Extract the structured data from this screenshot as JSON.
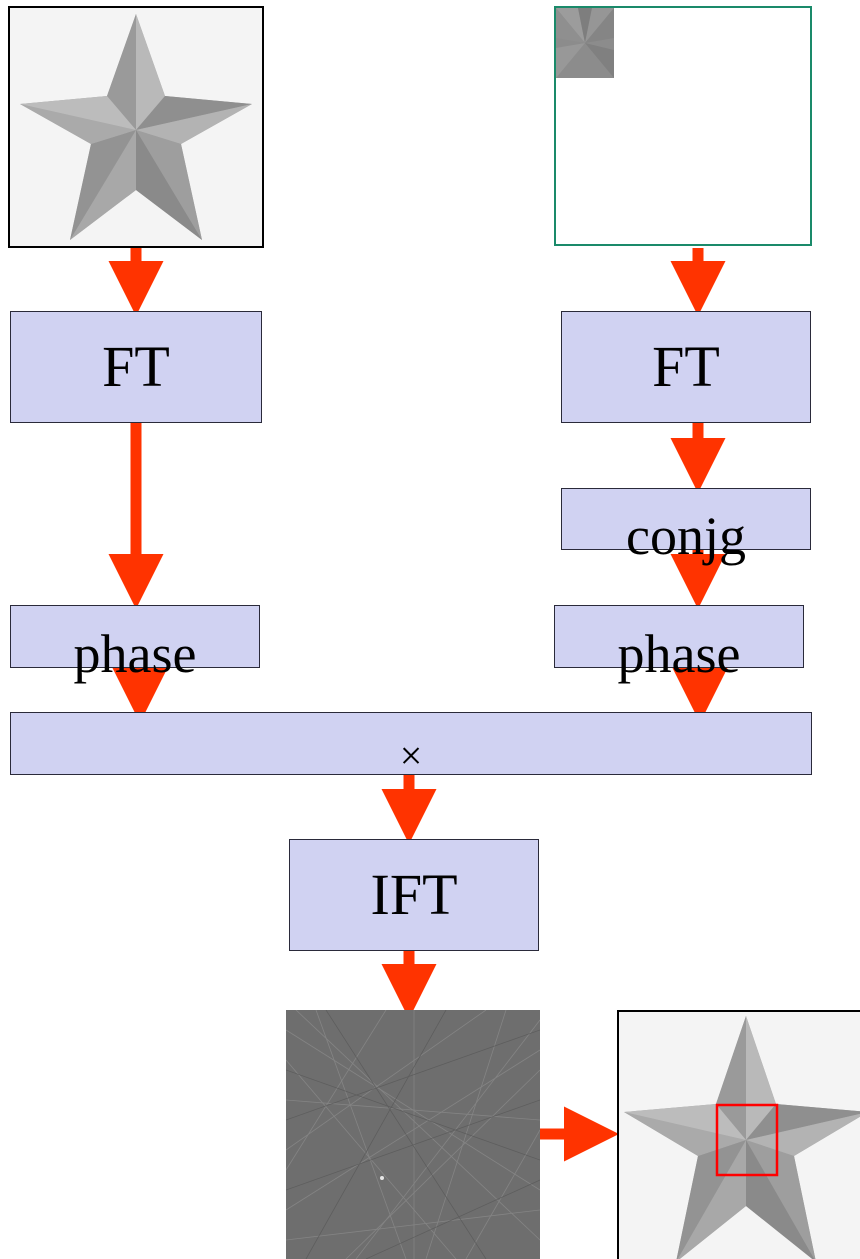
{
  "colors": {
    "box_fill": "#d0d2f2",
    "arrow": "#ff3300",
    "template_border": "#1a8a6a",
    "match_box": "#ff0000",
    "star": "#9a9a9a",
    "image_bg": "#f4f4f4"
  },
  "left_branch": {
    "input_image": "star-image",
    "ft_label": "FT",
    "phase_label": "phase"
  },
  "right_branch": {
    "input_image": "template-patch-image",
    "ft_label": "FT",
    "conj_label": "conjg",
    "phase_label": "phase"
  },
  "combine": {
    "multiply_label": "×"
  },
  "inverse": {
    "ift_label": "IFT",
    "output_image": "correlation-noise-image",
    "result_image": "star-with-detection-box"
  }
}
